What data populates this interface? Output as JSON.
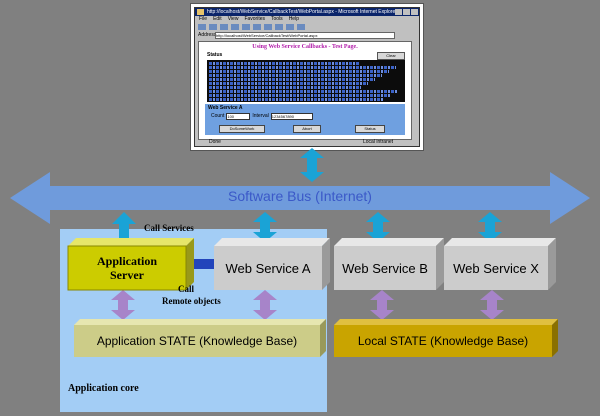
{
  "screenshot": {
    "title": "http://localhost/WebService/CallbackTest/WebPortal.aspx - Microsoft Internet Explorer",
    "menu": [
      "File",
      "Edit",
      "View",
      "Favorites",
      "Tools",
      "Help"
    ],
    "address_label": "Address",
    "address_value": "http://localhost/WebService/CallbackTest/WebPortal.aspx",
    "page_title": "Using Web Service Callbacks - Test Page.",
    "status_label": "Status",
    "clear_button": "Clear",
    "ws_title": "Web Service A",
    "count_label": "Count",
    "count_value": "100",
    "interval_label": "Interval",
    "interval_value": "1234567890",
    "do_some_work_button": "DoSomeWork",
    "abort_button": "Abort",
    "status_button": "Status",
    "statusbar_left": "Done",
    "statusbar_right": "Local intranet"
  },
  "bus": {
    "label": "Software Bus (Internet)"
  },
  "core": {
    "label": "Application core"
  },
  "nodes": {
    "app_server": "Application\nServer",
    "ws_a": "Web Service A",
    "ws_b": "Web Service B",
    "ws_x": "Web Service X",
    "app_state": "Application STATE (Knowledge Base)",
    "local_state": "Local STATE (Knowledge Base)"
  },
  "annotations": {
    "call_services": "Call Services",
    "call_remote_1": "Call",
    "call_remote_2": "Remote objects"
  },
  "colors": {
    "background": "#808080",
    "core_panel": "#a3cdf5",
    "bus": "#6f9bdc",
    "bus_label": "#3b59c8",
    "app_server": "#cccc00",
    "app_state": "#cccc88",
    "local_state": "#c9a400",
    "web_service": "#cccccc",
    "arrow_cyan": "#1aa3d6",
    "arrow_purple": "#a784c9",
    "arrow_blue": "#2244bb"
  }
}
